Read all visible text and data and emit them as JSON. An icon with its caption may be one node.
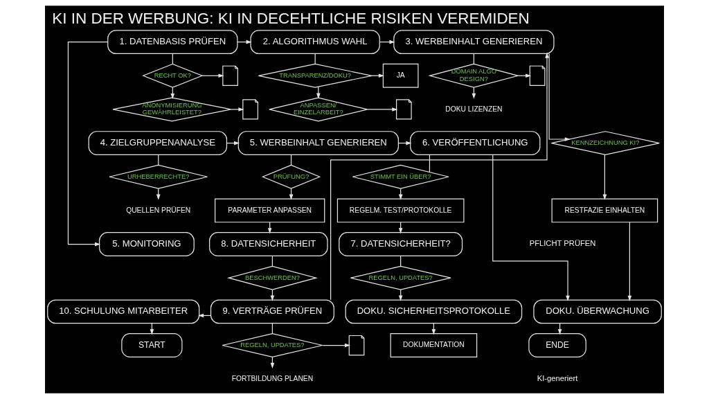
{
  "diagram": {
    "title": "KI IN DER WERBUNG: KI IN DECEHTLICHE RISIKEN VEREMIDEN",
    "nodes": [
      {
        "text": [
          "1. DATENBASIS PRÜFEN"
        ]
      },
      {
        "text": [
          "RECHT OK?"
        ]
      },
      {
        "text": [],
        "shape": "document"
      },
      {
        "text": [
          "ANONYMISIERUNG GEWÄHRLEISTET?"
        ]
      },
      {
        "text": [],
        "shape": "document"
      },
      {
        "text": [
          "4. ZIELGRUPPENANALYSE"
        ]
      },
      {
        "text": [
          "URHEBERRECHTE?"
        ]
      },
      {
        "text": [
          "QUELLEN PRÜFEN"
        ]
      },
      {
        "text": [
          "5. MONITORING"
        ]
      },
      {
        "text": [
          "10. SCHULUNG MITARBEITER"
        ]
      },
      {
        "text": [
          "START"
        ]
      },
      {
        "text": [
          "2. ALGORITHMUS WAHL"
        ]
      },
      {
        "text": [
          "TRANSPARENZ/DOKU?"
        ]
      },
      {
        "text": [
          "JA"
        ]
      },
      {
        "text": [
          "ANPASSEN/ EINZELARBEIT?"
        ]
      },
      {
        "text": [],
        "shape": "document"
      },
      {
        "text": [
          "5. WERBEINHALT GENERIEREN"
        ]
      },
      {
        "text": [
          "PRÜFUNG?"
        ]
      },
      {
        "text": [
          "PARAMETER ANPASSEN"
        ]
      },
      {
        "text": [
          "8. DATENSICHERHEIT"
        ]
      },
      {
        "text": [
          "BESCHWERDEN?"
        ]
      },
      {
        "text": [
          "9. VERTRÄGE PRÜFEN"
        ]
      },
      {
        "text": [
          "REGELN, UPDATES?"
        ]
      },
      {
        "text": [],
        "shape": "document"
      },
      {
        "text": [
          "FORTBILDUNG PLANEN"
        ]
      },
      {
        "text": [
          "3. WERBEINHALT GENERIEREN"
        ]
      },
      {
        "text": [
          "DOMAIN ALGO DESIGN?"
        ]
      },
      {
        "text": [],
        "shape": "document"
      },
      {
        "text": [
          "DOKU LIZENZEN"
        ]
      },
      {
        "text": [
          "6. VERÖFFENTLICHUNG"
        ]
      },
      {
        "text": [
          "STIMMT EIN ÜBER?"
        ]
      },
      {
        "text": [
          "REGELM. TEST/PROTOKOLLE"
        ]
      },
      {
        "text": [
          "7. DATENSICHERHEIT?"
        ]
      },
      {
        "text": [
          "REGELN, UPDATES?"
        ]
      },
      {
        "text": [
          "DOKU. SICHERHEITSPROTOKOLLE"
        ]
      },
      {
        "text": [
          "DOKUMENTATION"
        ]
      },
      {
        "text": [
          "KENNZEICHNUNG KI?"
        ]
      },
      {
        "text": [
          "RESTFAZIE EINHALTEN"
        ]
      },
      {
        "text": [
          "DOKU. ÜBERWACHUNG"
        ]
      },
      {
        "text": [
          "ENDE"
        ]
      }
    ],
    "edges": [
      {
        "from": 0,
        "to": 11,
        "arrow": "to"
      },
      {
        "from": 0,
        "to": 8,
        "arrow": "to"
      },
      {
        "from": 0,
        "to": 1,
        "arrow": "none"
      },
      {
        "from": 1,
        "to": 2,
        "arrow": "to"
      },
      {
        "from": 1,
        "to": 3,
        "arrow": "to"
      },
      {
        "from": 3,
        "to": 4,
        "arrow": "to"
      },
      {
        "from": 5,
        "to": 16,
        "arrow": "to"
      },
      {
        "from": 5,
        "to": 6,
        "arrow": "none"
      },
      {
        "from": 6,
        "to": 7,
        "arrow": "to"
      },
      {
        "from": 9,
        "to": 10,
        "arrow": "to"
      },
      {
        "from": 11,
        "to": 25,
        "arrow": "to"
      },
      {
        "from": 11,
        "to": 12,
        "arrow": "none"
      },
      {
        "from": 12,
        "to": 13,
        "arrow": "to"
      },
      {
        "from": 12,
        "to": 14,
        "arrow": "to"
      },
      {
        "from": 14,
        "to": 15,
        "arrow": "to"
      },
      {
        "from": 16,
        "to": 29,
        "arrow": "to"
      },
      {
        "from": 16,
        "to": 17,
        "arrow": "none"
      },
      {
        "from": 17,
        "to": 18,
        "arrow": "to"
      },
      {
        "from": 18,
        "to": 19,
        "arrow": "to"
      },
      {
        "from": 19,
        "to": 20,
        "arrow": "none"
      },
      {
        "from": 20,
        "to": 21,
        "arrow": "to"
      },
      {
        "from": 21,
        "to": 9,
        "arrow": "to"
      },
      {
        "from": 21,
        "to": 25,
        "arrow": "to"
      },
      {
        "from": 21,
        "to": 22,
        "arrow": "none"
      },
      {
        "from": 22,
        "to": 23,
        "arrow": "to"
      },
      {
        "from": 22,
        "to": 24,
        "arrow": "to"
      },
      {
        "from": 25,
        "to": 36,
        "arrow": "to"
      },
      {
        "from": 25,
        "to": 26,
        "arrow": "none"
      },
      {
        "from": 26,
        "to": 27,
        "arrow": "to"
      },
      {
        "from": 26,
        "to": 28,
        "arrow": "to"
      },
      {
        "from": 29,
        "to": 30,
        "arrow": "none"
      },
      {
        "from": 30,
        "to": 31,
        "arrow": "to"
      },
      {
        "from": 31,
        "to": 32,
        "arrow": "to"
      },
      {
        "from": 32,
        "to": 33,
        "arrow": "none"
      },
      {
        "from": 33,
        "to": 34,
        "arrow": "to"
      },
      {
        "from": 34,
        "to": 35,
        "arrow": "to"
      },
      {
        "from": 36,
        "to": 37,
        "arrow": "to"
      },
      {
        "from": 29,
        "to": 38,
        "arrow": "to"
      },
      {
        "from": 37,
        "to": 38,
        "arrow": "to"
      },
      {
        "from": 38,
        "to": 39,
        "arrow": "to"
      }
    ],
    "labels": [
      "PFLICHT PRÜFEN",
      "KI-generiert"
    ]
  }
}
